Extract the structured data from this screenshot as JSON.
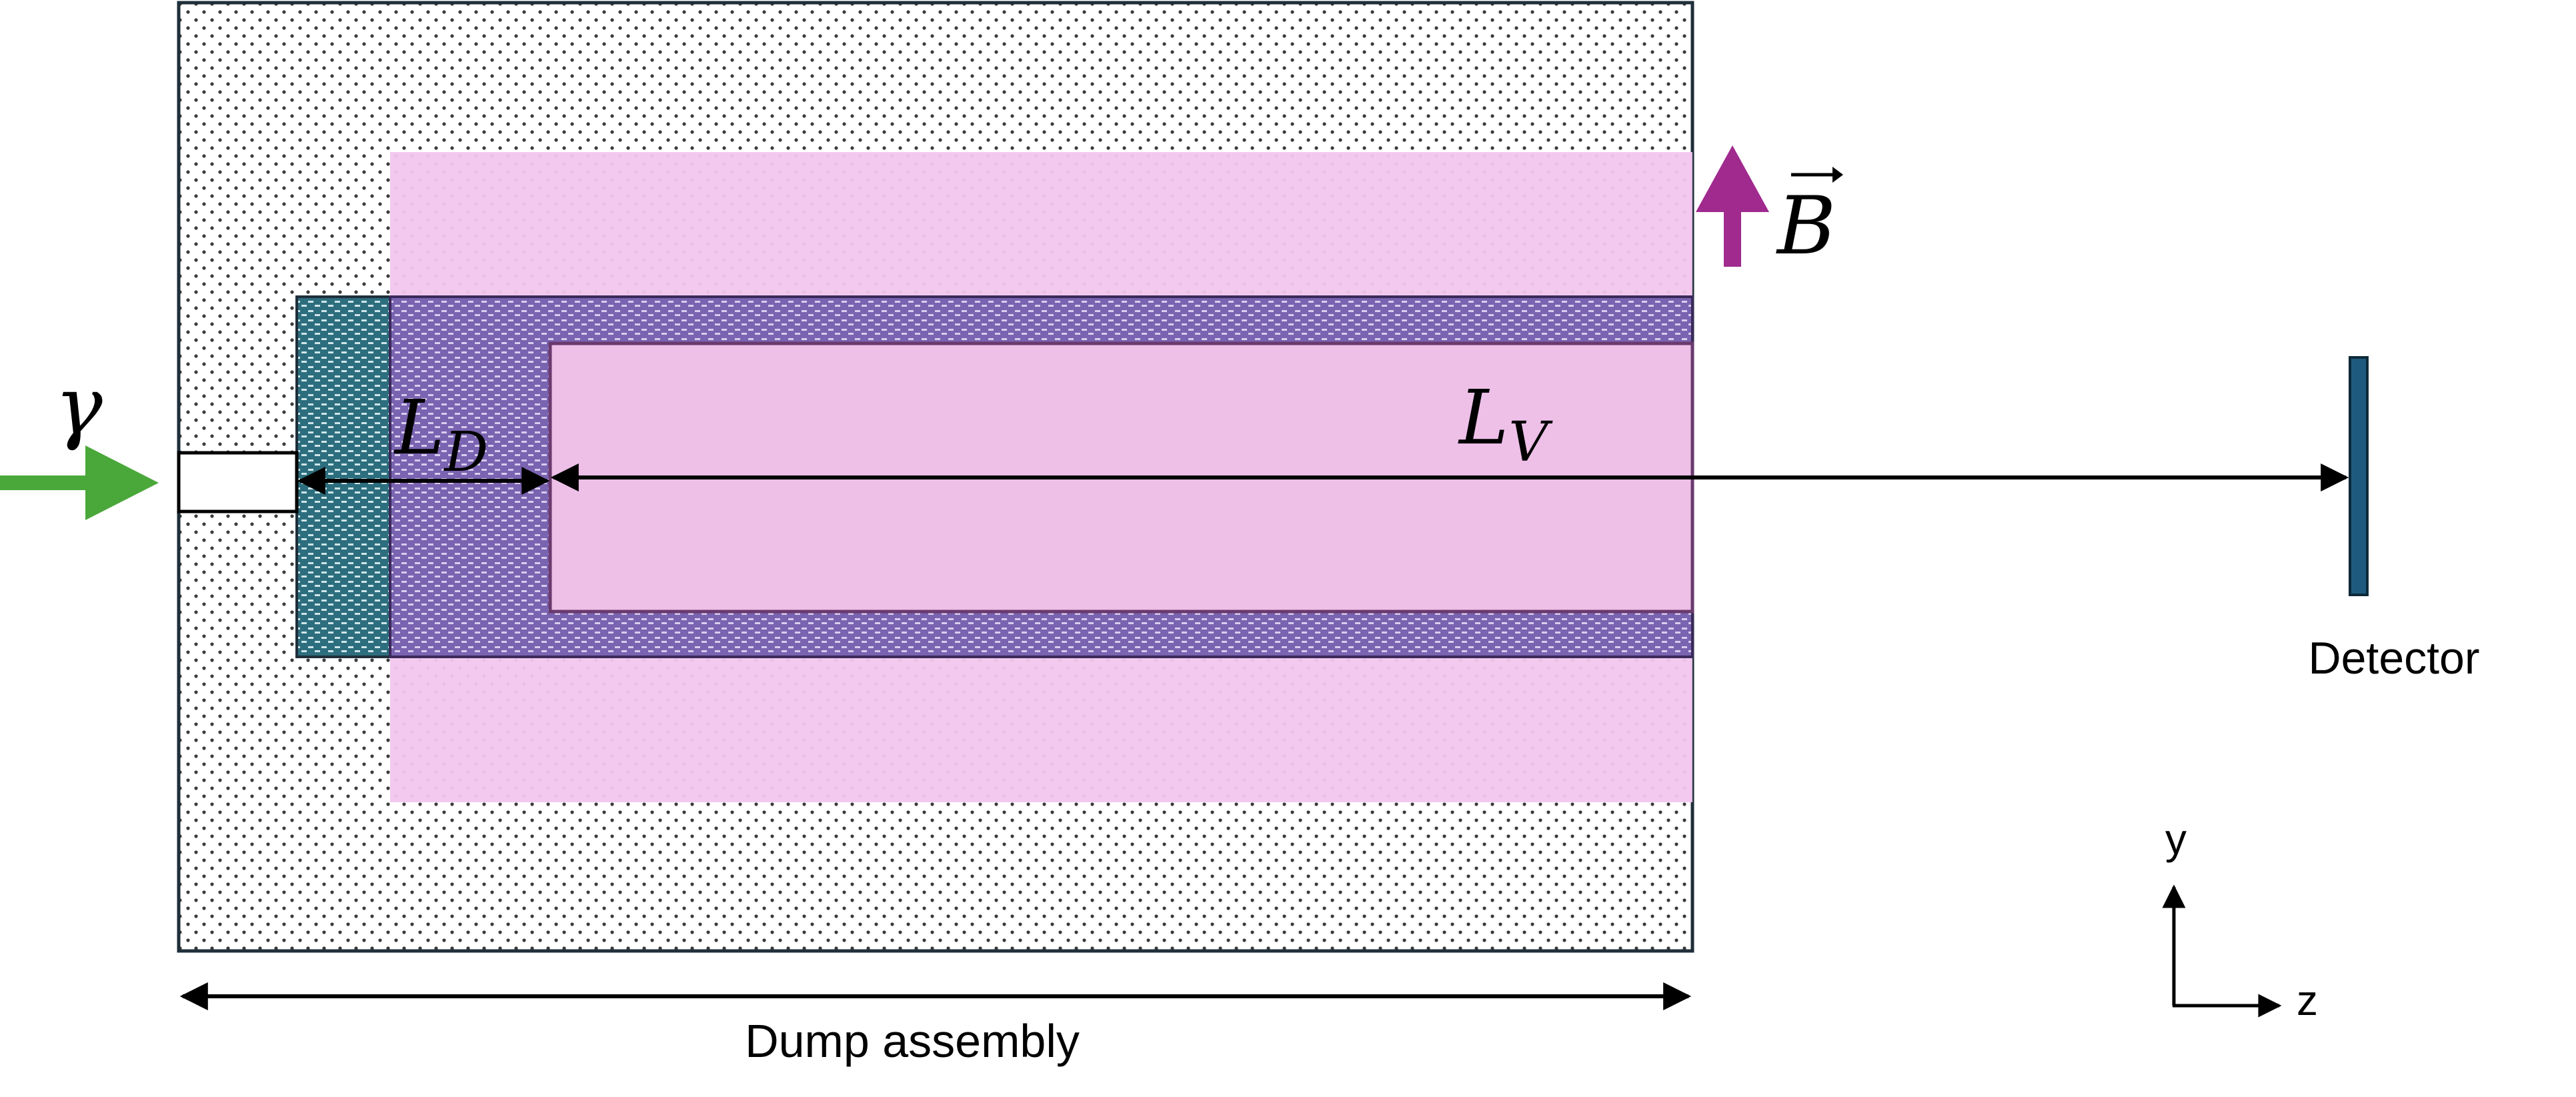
{
  "labels": {
    "gamma": "γ",
    "ld_main": "L",
    "ld_sub": "D",
    "lv_main": "L",
    "lv_sub": "V",
    "b_field": "B",
    "detector": "Detector",
    "dump_assembly": "Dump assembly",
    "axis_y": "y",
    "axis_z": "z"
  },
  "colors": {
    "outline": "#1f2f3a",
    "dump_dots": "#3a3a3a",
    "magnet_pink": "#f2c6ee",
    "teal_block": "#2d6e7e",
    "purple_block": "#7a63b0",
    "decay_volume": "#eec0e8",
    "decay_volume_border": "#6a3a6e",
    "arrow_black": "#000000",
    "beam_arrow": "#4aa83a",
    "b_arrow": "#a02a8e",
    "detector_fill": "#1e5a7e"
  }
}
